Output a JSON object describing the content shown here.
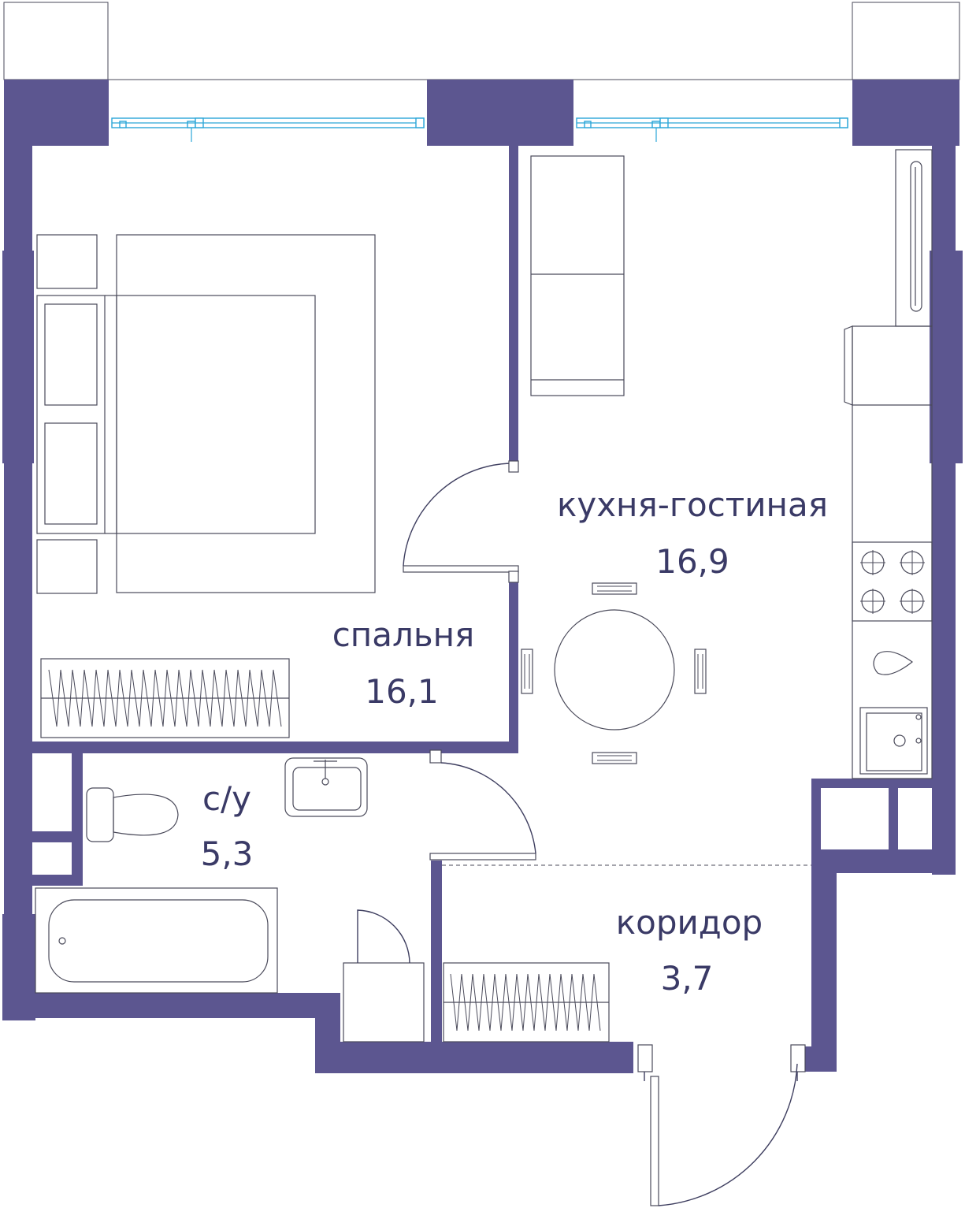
{
  "rooms": {
    "kitchen_living": {
      "name": "кухня-гостиная",
      "area": "16,9"
    },
    "bedroom": {
      "name": "спальня",
      "area": "16,1"
    },
    "bathroom": {
      "name": "с/у",
      "area": "5,3"
    },
    "corridor": {
      "name": "коридор",
      "area": "3,7"
    }
  },
  "colors": {
    "wall": "#5c5690",
    "window": "#2ba6d8",
    "label": "#3a3a66"
  }
}
